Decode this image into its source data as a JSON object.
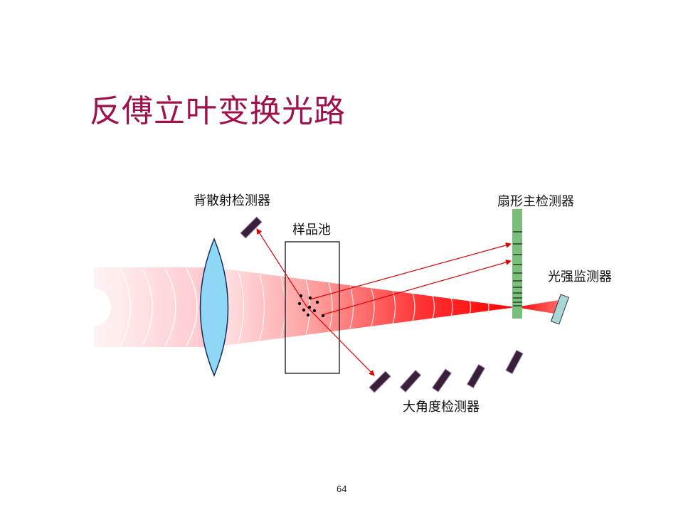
{
  "title": "反傅立叶变换光路",
  "labels": {
    "backscatter_detector": "背散射检测器",
    "sample_cell": "样品池",
    "fan_main_detector": "扇形主检测器",
    "intensity_monitor_detector": "光强监测器",
    "wide_angle_detector": "大角度检测器"
  },
  "page_number": "64",
  "colors": {
    "title": "#a0104c",
    "beam": "#ff0000",
    "lens": "#8fd8f5",
    "fan_detector": "#7cbf7c",
    "monitor_detector": "#a9d6d6",
    "detector_tile": "#3a1f3a",
    "ray": "#e00000"
  },
  "icons": {
    "lens": "convex-lens-icon",
    "detector": "detector-tile-icon"
  }
}
